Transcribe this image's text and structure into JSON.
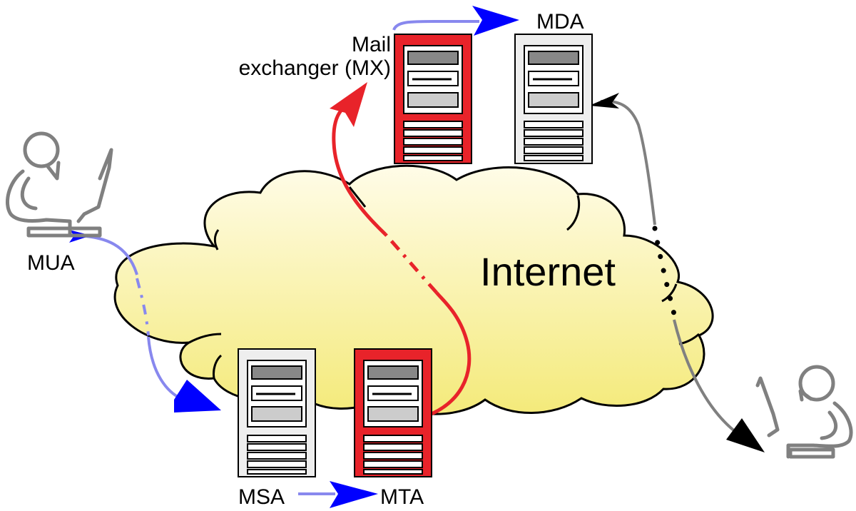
{
  "labels": {
    "mua": "MUA",
    "msa": "MSA",
    "mta": "MTA",
    "mx_line1": "Mail",
    "mx_line2": "exchanger (MX)",
    "mda": "MDA",
    "internet": "Internet"
  },
  "colors": {
    "cloud_fill_top": "#fffbe0",
    "cloud_fill_bottom": "#f5eb80",
    "cloud_stroke": "#000000",
    "server_gray": "#eeeeee",
    "server_red": "#e8232a",
    "person_stroke": "#808080",
    "arrow_blue": "#0000ff",
    "arrow_blue_light": "#8888ee",
    "arrow_red": "#e8232a",
    "arrow_gray": "#808080",
    "arrow_black": "#000000"
  }
}
